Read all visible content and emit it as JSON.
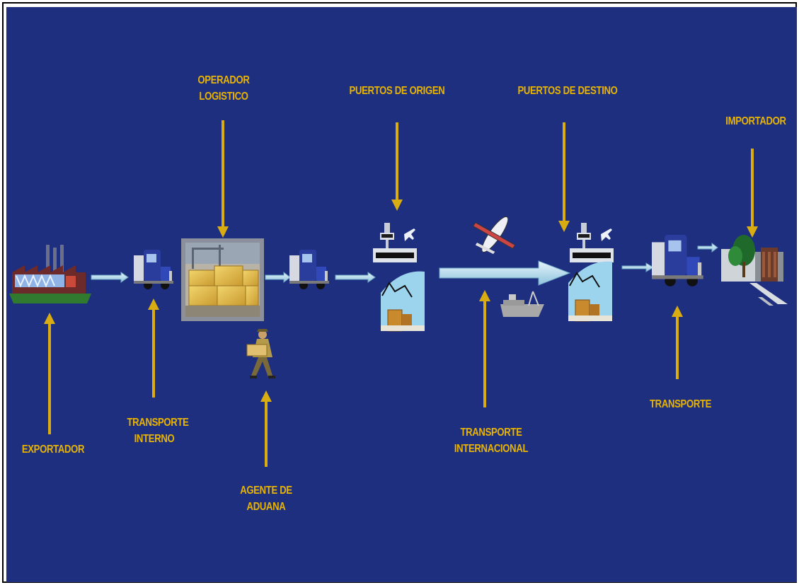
{
  "labels": {
    "operador_logistico": [
      "OPERADOR",
      "LOGISTICO"
    ],
    "puertos_origen": "PUERTOS DE ORIGEN",
    "puertos_destino": "PUERTOS DE DESTINO",
    "importador": "IMPORTADOR",
    "exportador": "EXPORTADOR",
    "transporte_interno": [
      "TRANSPORTE",
      "INTERNO"
    ],
    "agente_aduana": [
      "AGENTE DE",
      "ADUANA"
    ],
    "transporte_internacional": [
      "TRANSPORTE",
      "INTERNACIONAL"
    ],
    "transporte": "TRANSPORTE"
  },
  "colors": {
    "background": "#1f2f80",
    "label": "#e8b400",
    "arrow_yellow": "#d9ad12",
    "arrow_flow": "#b8dcec"
  },
  "icons": [
    "factory-icon",
    "truck-icon",
    "container-warehouse-photo",
    "customs-agent-icon",
    "airport-icon",
    "seaport-crane-icon",
    "airplane-icon",
    "ship-icon",
    "importer-building-icon"
  ]
}
